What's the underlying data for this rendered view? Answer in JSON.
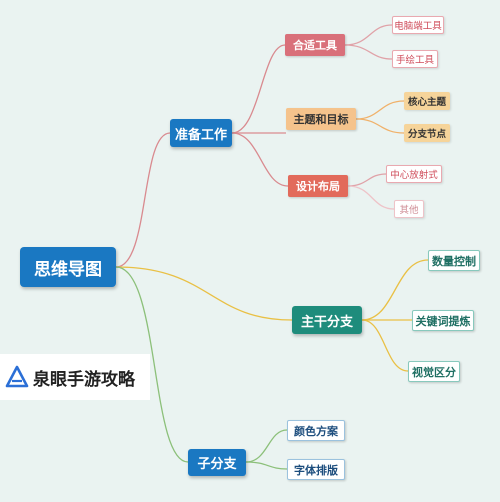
{
  "root": {
    "label": "思维导图"
  },
  "branches": {
    "prep": {
      "label": "准备工作",
      "children": {
        "tools": {
          "label": "合适工具",
          "children": [
            "电脑端工具",
            "手绘工具"
          ]
        },
        "theme": {
          "label": "主题和目标",
          "children": [
            "核心主题",
            "分支节点"
          ]
        },
        "layout": {
          "label": "设计布局",
          "children": [
            "中心放射式",
            "其他"
          ]
        }
      }
    },
    "trunk": {
      "label": "主干分支",
      "children": [
        "数量控制",
        "关键词提炼",
        "视觉区分"
      ]
    },
    "sub": {
      "label": "子分支",
      "children": [
        "颜色方案",
        "字体排版"
      ]
    }
  },
  "watermark": {
    "text": "泉眼手游攻略"
  },
  "colors": {
    "background": "#eaf3f1",
    "root": "#1a78c2",
    "prep_line": "#d98a8f",
    "trunk_line": "#e9c045",
    "sub_line": "#8cc07a"
  }
}
